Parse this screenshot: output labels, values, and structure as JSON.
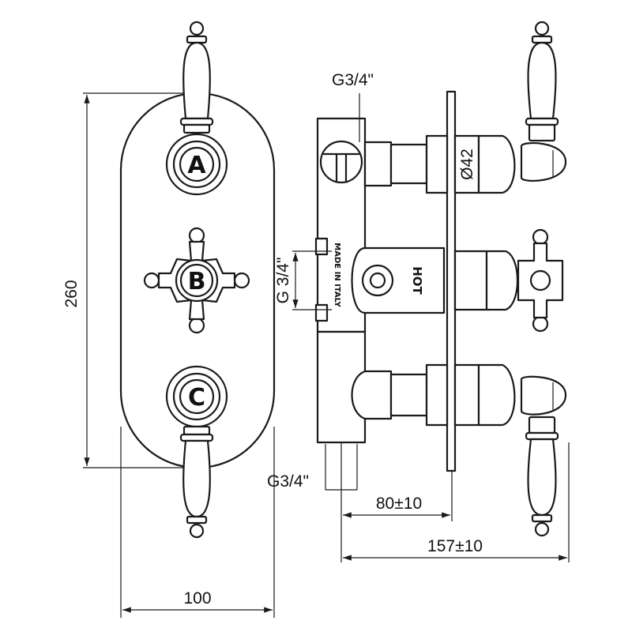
{
  "front_view": {
    "labels": [
      "A",
      "B",
      "C"
    ],
    "height_dim": "260",
    "width_dim": "100"
  },
  "side_view": {
    "top_inlet": "G3/4\"",
    "side_inlet": "G 3/4\"",
    "bottom_outlet": "G3/4\"",
    "diameter": "Ø42",
    "stamp": "MADE IN ITALY",
    "hot_label": "HOT",
    "depth_dim_1": "80±10",
    "depth_dim_2": "157±10"
  }
}
